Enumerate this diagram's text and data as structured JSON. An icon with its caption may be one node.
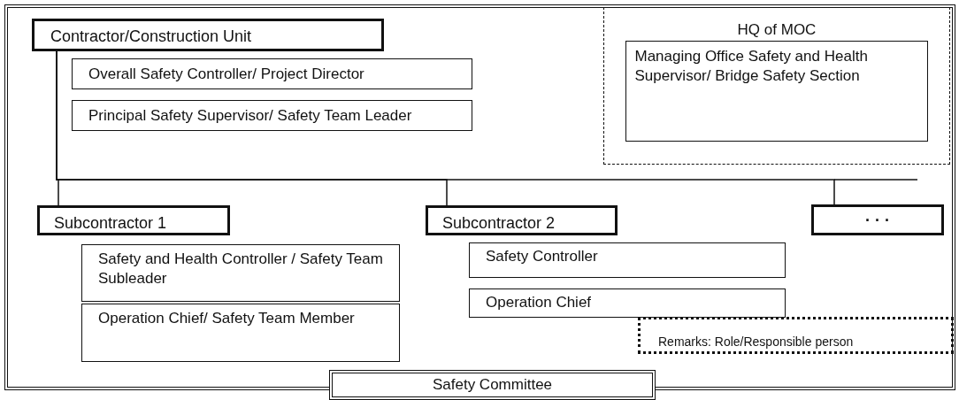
{
  "diagram": {
    "nodes": [
      {
        "text": [
          "Safety Committee"
        ]
      },
      {
        "text": [
          "Contractor/Construction Unit"
        ],
        "in": 0
      },
      {
        "text": [
          "Overall Safety Controller/ Project Director"
        ],
        "in": 0
      },
      {
        "text": [
          "Principal Safety Supervisor/ Safety Team Leader"
        ],
        "in": 0
      },
      {
        "text": [
          "HQ of MOC"
        ],
        "in": 0
      },
      {
        "text": [
          "Managing Office Safety and Health Supervisor/ Bridge Safety Section"
        ],
        "in": 4
      },
      {
        "text": [
          "Subcontractor 1"
        ],
        "in": 0
      },
      {
        "text": [
          "Subcontractor 2"
        ],
        "in": 0
      },
      {
        "text": [
          "· · ·"
        ],
        "in": 0
      },
      {
        "text": [
          "Safety and Health Controller / Safety Team Subleader"
        ],
        "in": 0
      },
      {
        "text": [
          "Operation Chief/ Safety Team Member"
        ],
        "in": 0
      },
      {
        "text": [
          "Safety Controller"
        ],
        "in": 0
      },
      {
        "text": [
          "Operation Chief"
        ],
        "in": 0
      },
      {
        "text": [
          "Remarks: Role/Responsible person"
        ],
        "in": 0
      }
    ],
    "edges": [
      {
        "from": 1,
        "to": 6,
        "arrow": "none"
      },
      {
        "from": 1,
        "to": 7,
        "arrow": "none"
      },
      {
        "from": 1,
        "to": 8,
        "arrow": "none"
      }
    ]
  }
}
